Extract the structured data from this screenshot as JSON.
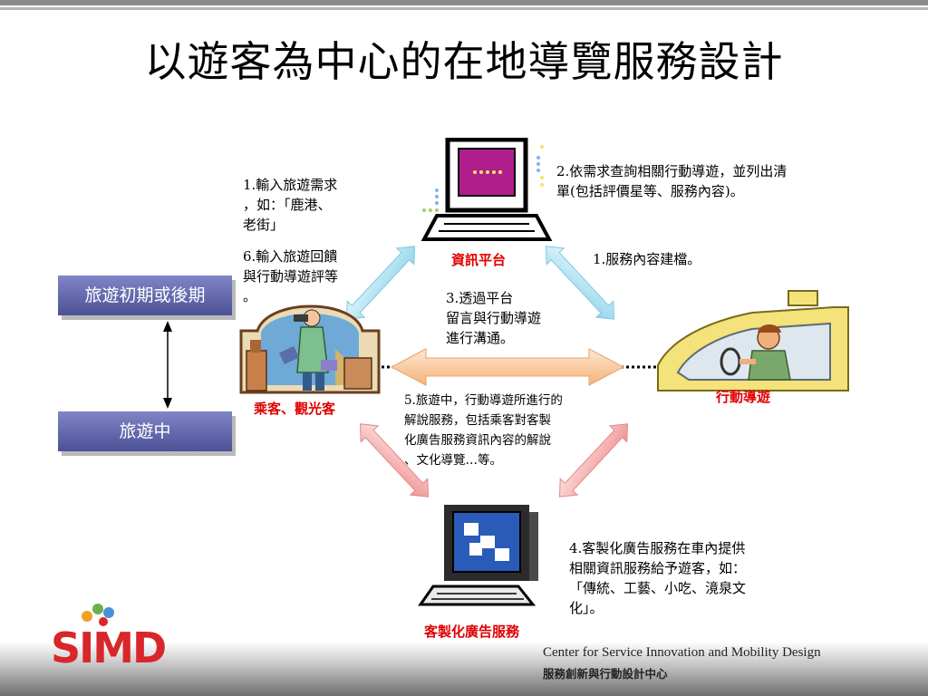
{
  "title": "以遊客為中心的在地導覽服務設計",
  "phases": {
    "early_late": "旅遊初期或後期",
    "during": "旅遊中"
  },
  "nodes": {
    "platform": "資訊平台",
    "passenger": "乘客、觀光客",
    "guide": "行動導遊",
    "ad_service": "客製化廣告服務"
  },
  "steps": {
    "s1": [
      "1.輸入旅遊需求",
      "，如：「鹿港、",
      "老街」"
    ],
    "s6": [
      "6.輸入旅遊回饋",
      "與行動導遊評等",
      "。"
    ],
    "s2": [
      "2.依需求查詢相關行動導遊，並列出清",
      "單(包括評價星等、服務內容)。"
    ],
    "s1b": [
      "1.服務內容建檔。"
    ],
    "s3": [
      "3.透過平台",
      "留言與行動導遊",
      "進行溝通。"
    ],
    "s5": [
      "5.旅遊中，行動導遊所進行的",
      "解說服務，包括乘客對客製",
      "化廣告服務資訊內容的解說",
      "、文化導覽…等。"
    ],
    "s4": [
      "4.客製化廣告服務在車內提供",
      "相關資訊服務給予遊客，如：",
      "「傳統、工藝、小吃、滰泉文",
      "化」。"
    ]
  },
  "footer": {
    "logo": "SIMD",
    "center_en": "Center for Service Innovation and Mobility Design",
    "center_zh": "服務創新與行動設計中心"
  },
  "colors": {
    "phase_box": "#5a5fa6",
    "label_red": "#e00000",
    "arrow_blue": "#a8def0",
    "arrow_pink": "#f4a7a7",
    "arrow_orange": "#f9c89b"
  },
  "icons": [
    "computer-terminal-icon",
    "tourist-photographer-icon",
    "taxi-driver-icon",
    "desktop-monitor-icon"
  ]
}
